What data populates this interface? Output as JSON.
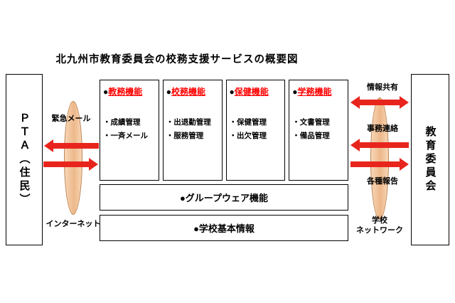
{
  "title": "北九州市教育委員会の校務支援サービスの概要図",
  "pta_box": {
    "label": "ＰＴＡ（住民）"
  },
  "board_box": {
    "label": "教育委員会"
  },
  "functions": {
    "bullet": "●",
    "columns": [
      {
        "header": "教務機能",
        "items": [
          "・成績管理",
          "・一斉メール"
        ]
      },
      {
        "header": "校務機能",
        "items": [
          "・出退勤管理",
          "・服務管理"
        ]
      },
      {
        "header": "保健機能",
        "items": [
          "・保健管理",
          "・出欠管理"
        ]
      },
      {
        "header": "学務機能",
        "items": [
          "・文書管理",
          "・備品管理"
        ]
      }
    ]
  },
  "groupware": {
    "label": "●グループウェア機能"
  },
  "basic_info": {
    "label": "●学校基本情報"
  },
  "left_channel": {
    "top_label": "緊急メール",
    "bottom_label": "インターネット"
  },
  "right_channel": {
    "label_top": "情報共有",
    "label_mid": "事務連絡",
    "label_bottom": "各種報告",
    "network_line1": "学校",
    "network_line2": "ネットワーク"
  },
  "colors": {
    "arrow": "#e8251d",
    "function_header": "#ff0000",
    "ellipse_fill": "#f3c49e",
    "ellipse_border": "#bd8352"
  }
}
